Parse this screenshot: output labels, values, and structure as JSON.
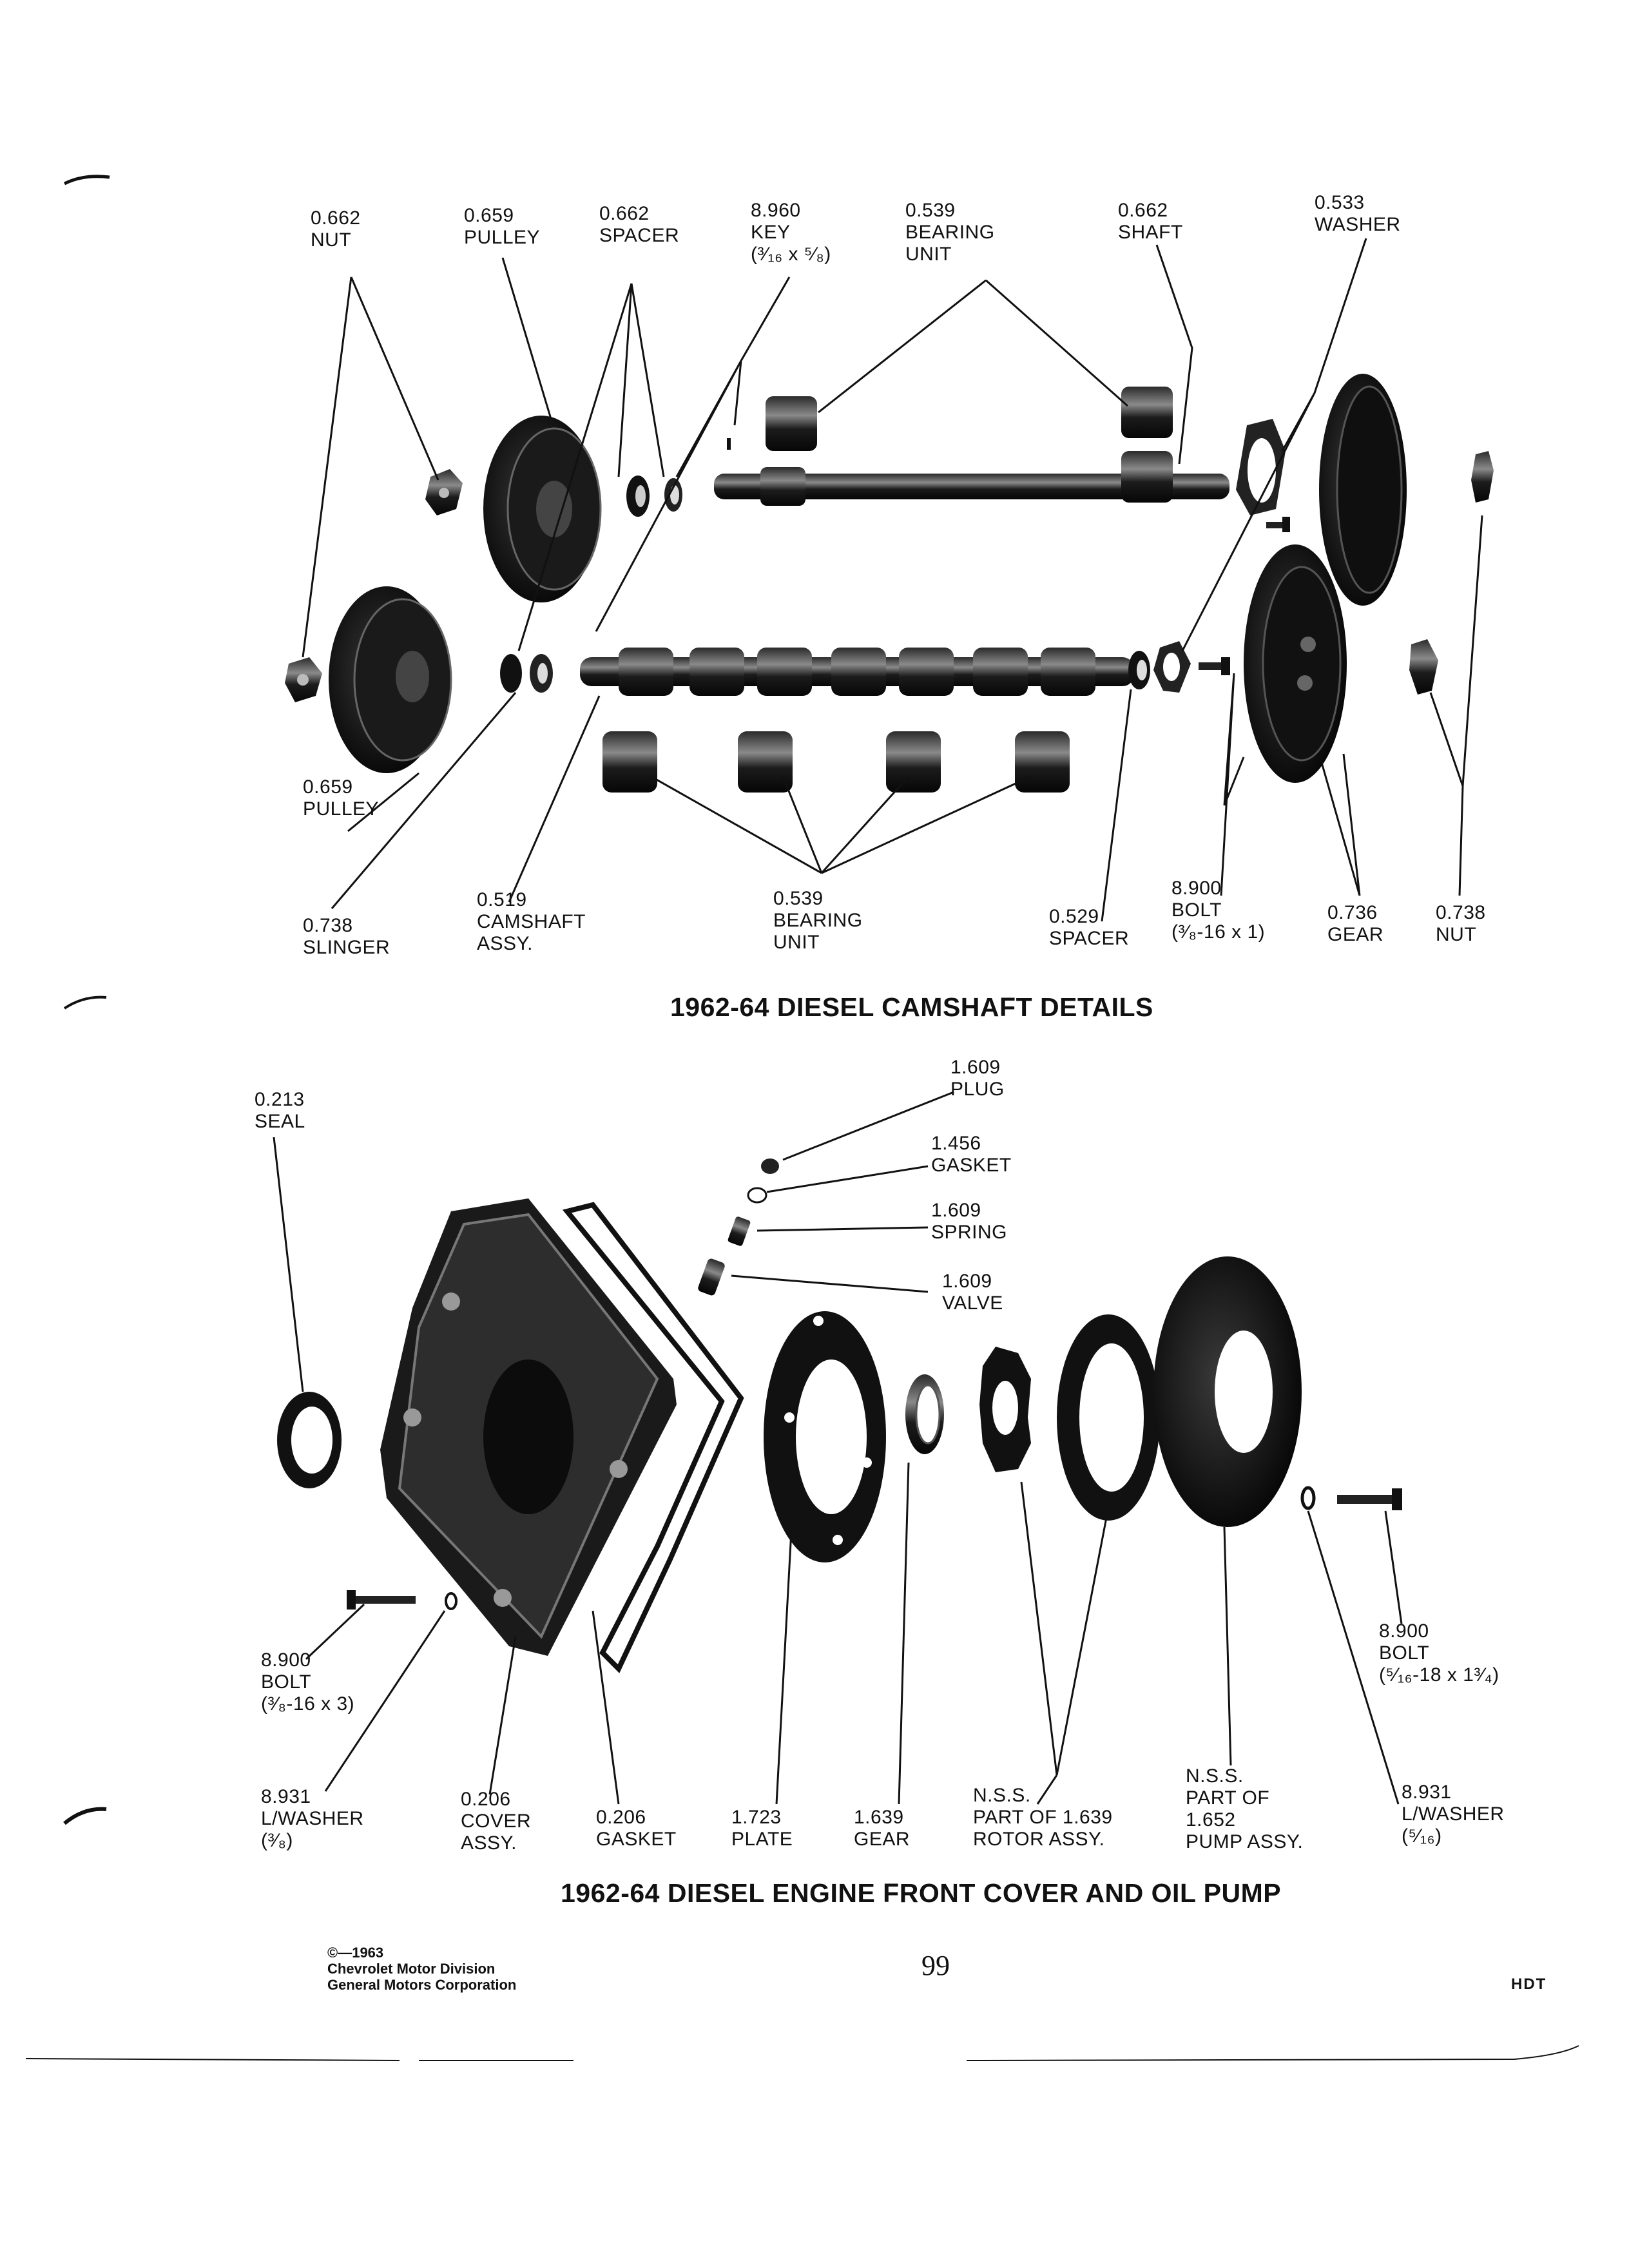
{
  "diagram1": {
    "title": "1962-64 DIESEL CAMSHAFT DETAILS",
    "labels": [
      {
        "id": "nut-top",
        "lines": [
          "0.662",
          "NUT"
        ]
      },
      {
        "id": "pulley-top",
        "lines": [
          "0.659",
          "PULLEY"
        ]
      },
      {
        "id": "spacer-top",
        "lines": [
          "0.662",
          "SPACER"
        ]
      },
      {
        "id": "key",
        "lines": [
          "8.960",
          "KEY",
          "(³⁄₁₆ x ⁵⁄₈)"
        ]
      },
      {
        "id": "bearing-top",
        "lines": [
          "0.539",
          "BEARING",
          "UNIT"
        ]
      },
      {
        "id": "shaft",
        "lines": [
          "0.662",
          "SHAFT"
        ]
      },
      {
        "id": "washer",
        "lines": [
          "0.533",
          "WASHER"
        ]
      },
      {
        "id": "pulley-bottom",
        "lines": [
          "0.659",
          "PULLEY"
        ]
      },
      {
        "id": "slinger",
        "lines": [
          "0.738",
          "SLINGER"
        ]
      },
      {
        "id": "camshaft",
        "lines": [
          "0.519",
          "CAMSHAFT",
          "ASSY."
        ]
      },
      {
        "id": "bearing-bottom",
        "lines": [
          "0.539",
          "BEARING",
          "UNIT"
        ]
      },
      {
        "id": "spacer-bottom",
        "lines": [
          "0.529",
          "SPACER"
        ]
      },
      {
        "id": "bolt",
        "lines": [
          "8.900",
          "BOLT",
          "(³⁄₈-16 x 1)"
        ]
      },
      {
        "id": "gear",
        "lines": [
          "0.736",
          "GEAR"
        ]
      },
      {
        "id": "nut-right",
        "lines": [
          "0.738",
          "NUT"
        ]
      }
    ]
  },
  "diagram2": {
    "title": "1962-64 DIESEL ENGINE FRONT COVER AND OIL PUMP",
    "labels": [
      {
        "id": "seal",
        "lines": [
          "0.213",
          "SEAL"
        ]
      },
      {
        "id": "plug",
        "lines": [
          "1.609",
          "PLUG"
        ]
      },
      {
        "id": "gasket-small",
        "lines": [
          "1.456",
          "GASKET"
        ]
      },
      {
        "id": "spring",
        "lines": [
          "1.609",
          "SPRING"
        ]
      },
      {
        "id": "valve",
        "lines": [
          "1.609",
          "VALVE"
        ]
      },
      {
        "id": "bolt-left",
        "lines": [
          "8.900",
          "BOLT",
          "(³⁄₈-16 x 3)"
        ]
      },
      {
        "id": "washer-left",
        "lines": [
          "8.931",
          "L/WASHER",
          "(³⁄₈)"
        ]
      },
      {
        "id": "cover",
        "lines": [
          "0.206",
          "COVER",
          "ASSY."
        ]
      },
      {
        "id": "gasket",
        "lines": [
          "0.206",
          "GASKET"
        ]
      },
      {
        "id": "plate",
        "lines": [
          "1.723",
          "PLATE"
        ]
      },
      {
        "id": "gear2",
        "lines": [
          "1.639",
          "GEAR"
        ]
      },
      {
        "id": "rotor",
        "lines": [
          "N.S.S.",
          "PART OF 1.639",
          "ROTOR ASSY."
        ]
      },
      {
        "id": "pump",
        "lines": [
          "N.S.S.",
          "PART OF",
          "1.652",
          "PUMP ASSY."
        ]
      },
      {
        "id": "bolt-right",
        "lines": [
          "8.900",
          "BOLT",
          "(⁵⁄₁₆-18 x 1³⁄₄)"
        ]
      },
      {
        "id": "washer-right",
        "lines": [
          "8.931",
          "L/WASHER",
          "(⁵⁄₁₆)"
        ]
      }
    ]
  },
  "footer": {
    "copyright": [
      "©—1963",
      "Chevrolet Motor Division",
      "General Motors Corporation"
    ],
    "page_number": "99",
    "code": "HDT"
  }
}
